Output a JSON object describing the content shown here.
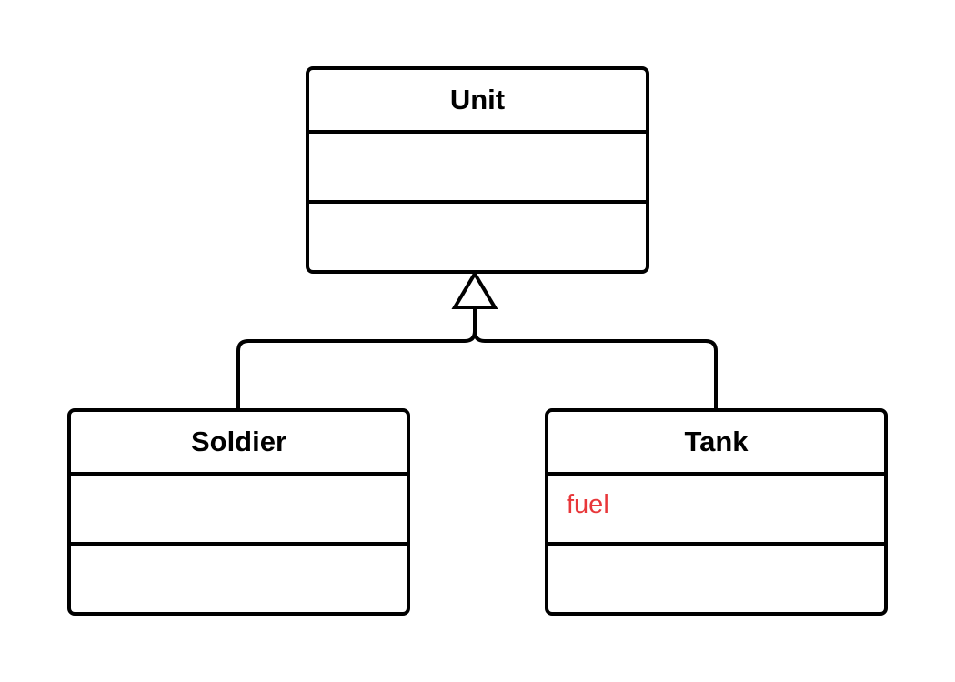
{
  "diagram": {
    "type": "uml-class-inheritance",
    "line_color": "#000000",
    "classes": [
      {
        "id": "unit",
        "name": "Unit",
        "attributes": [],
        "operations": []
      },
      {
        "id": "soldier",
        "name": "Soldier",
        "attributes": [],
        "operations": []
      },
      {
        "id": "tank",
        "name": "Tank",
        "attributes": [
          {
            "text": "fuel",
            "color": "#e8373a"
          }
        ],
        "operations": []
      }
    ],
    "relationships": [
      {
        "type": "generalization",
        "from": "soldier",
        "to": "unit"
      },
      {
        "type": "generalization",
        "from": "tank",
        "to": "unit"
      }
    ]
  }
}
